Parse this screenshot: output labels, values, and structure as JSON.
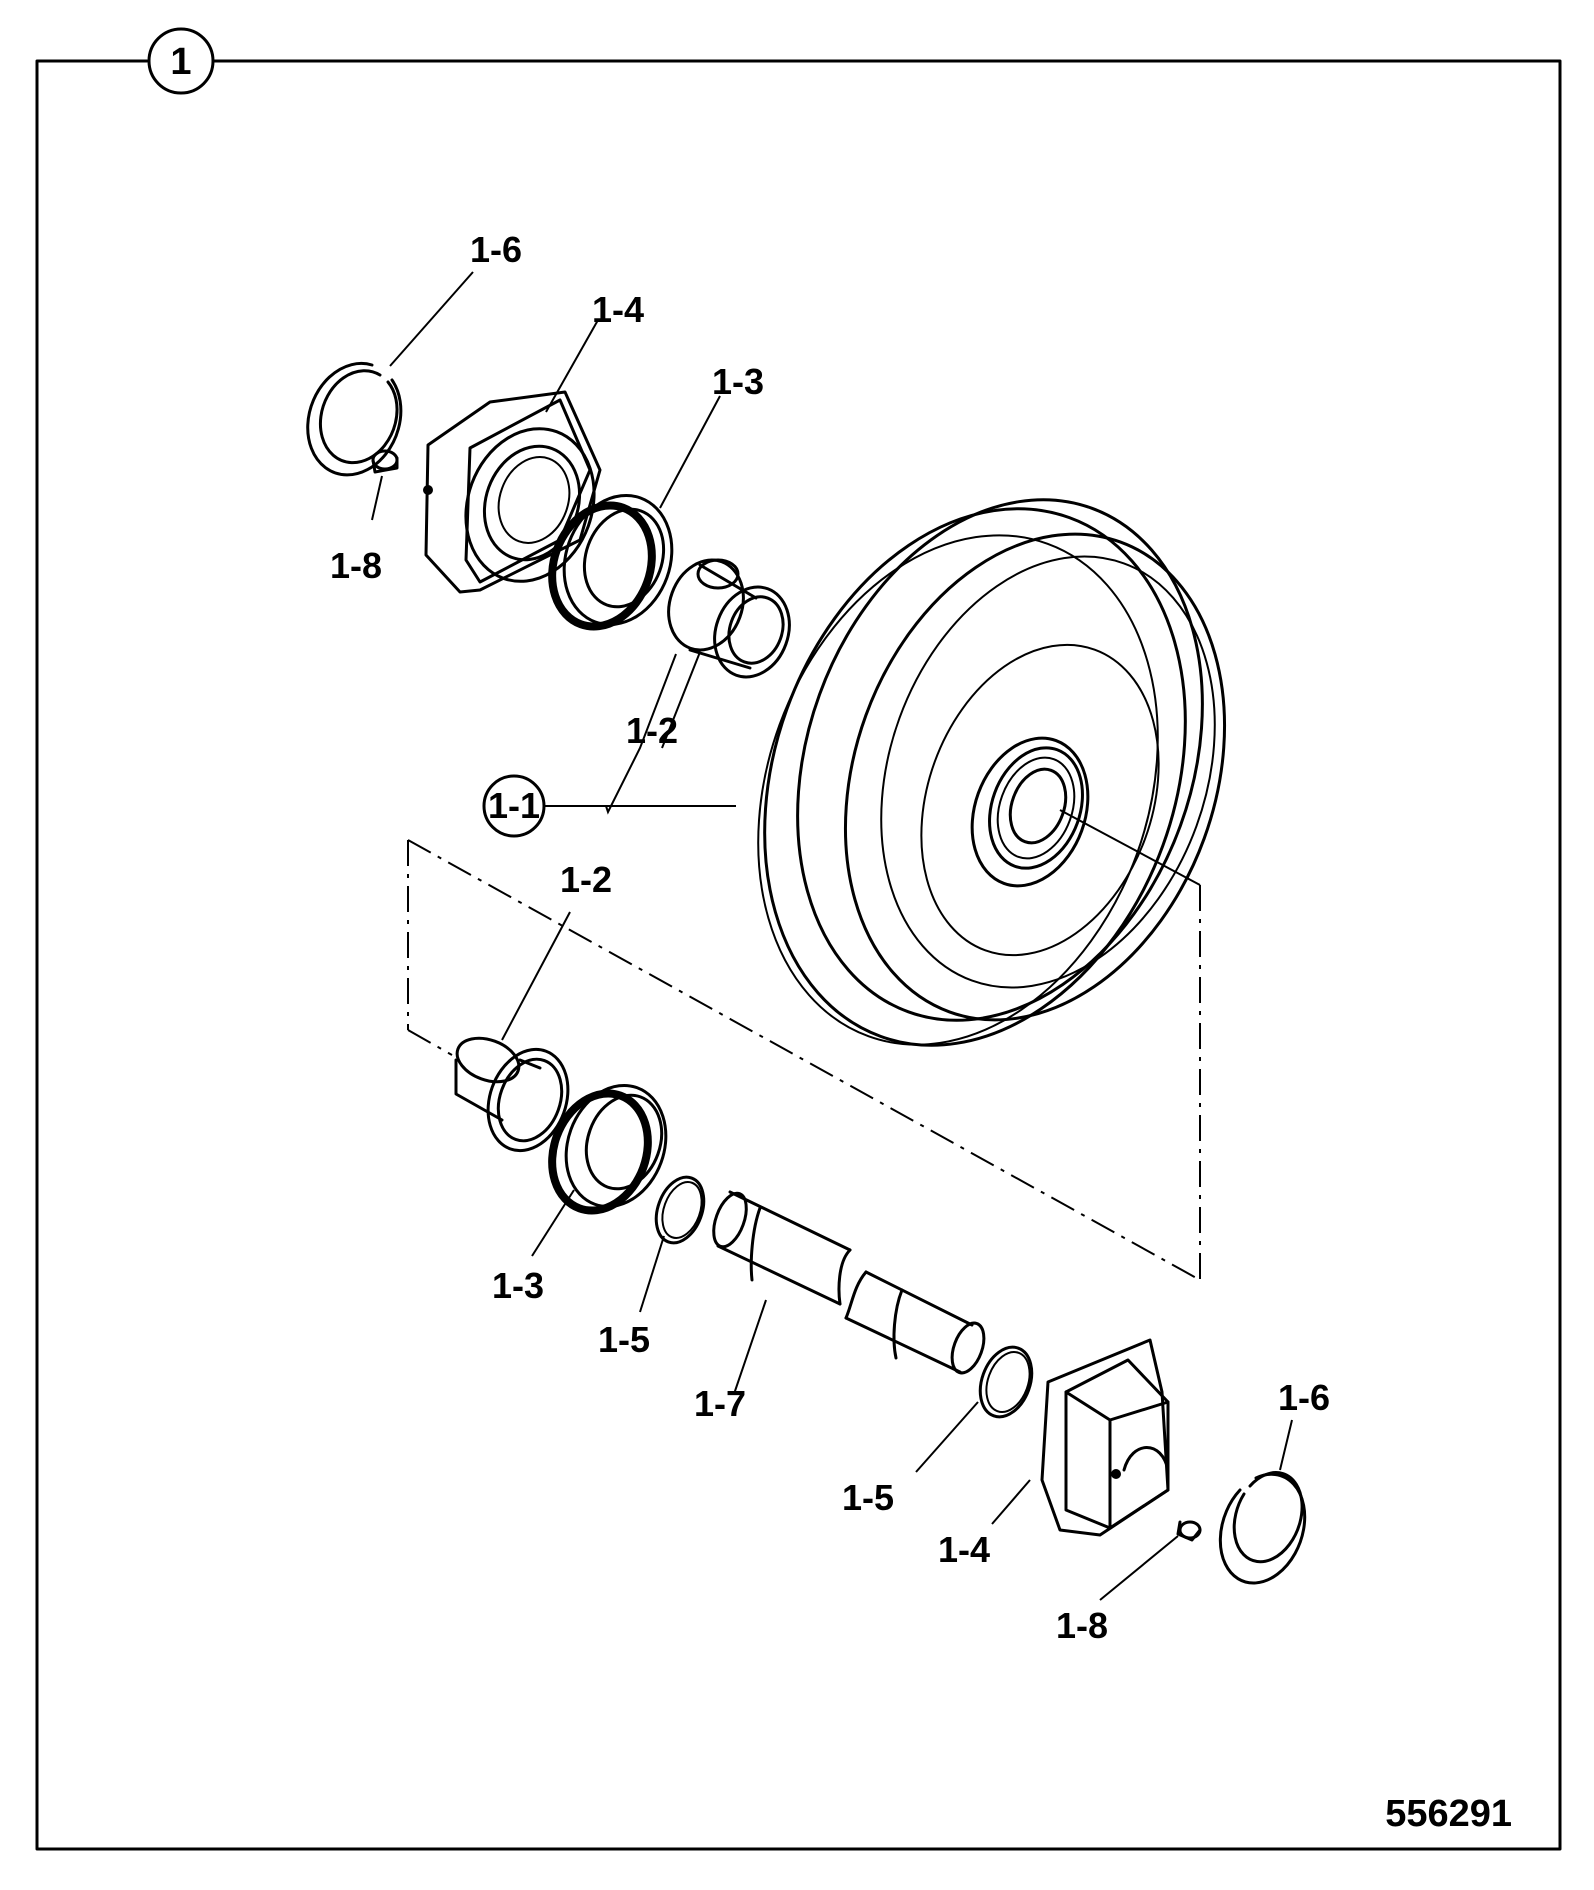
{
  "figure": {
    "ref_number": "1",
    "drawing_number": "556291"
  },
  "labels": {
    "idler_wheel": "1-1",
    "bushing_upper": "1-2",
    "bushing_lower": "1-2",
    "seal_upper": "1-3",
    "seal_lower": "1-3",
    "housing_upper": "1-4",
    "housing_lower": "1-4",
    "oring_left": "1-5",
    "oring_right": "1-5",
    "circlip_upper": "1-6",
    "circlip_lower": "1-6",
    "shaft": "1-7",
    "grease_nipple_upper": "1-8",
    "grease_nipple_lower": "1-8"
  }
}
